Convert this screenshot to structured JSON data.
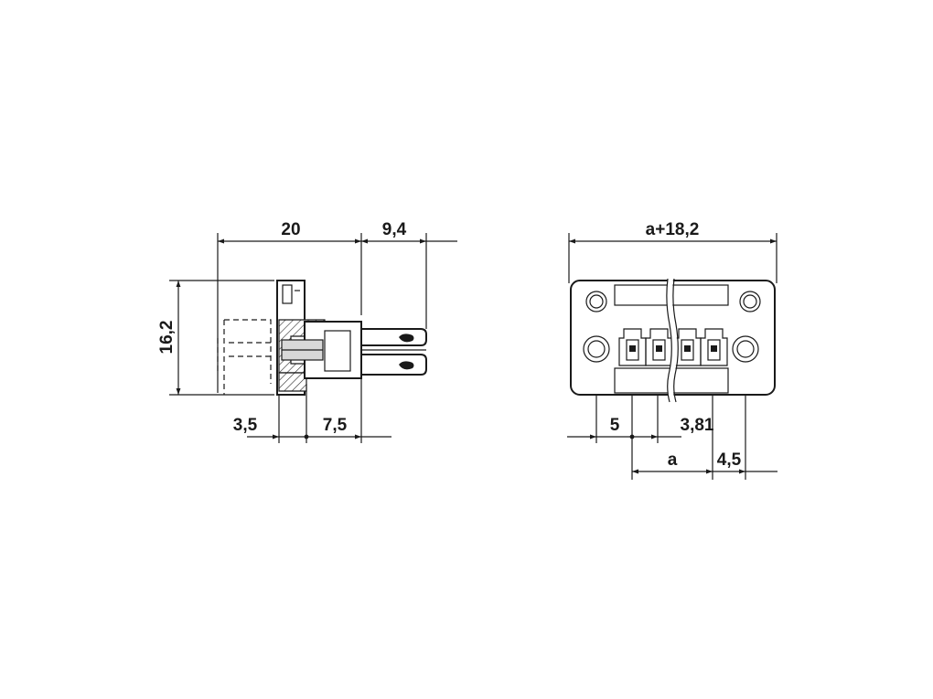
{
  "side_view": {
    "dim_overall_length": "20",
    "dim_pin_length": "9,4",
    "dim_height": "16,2",
    "dim_flange_offset": "3,5",
    "dim_body_depth": "7,5"
  },
  "front_view": {
    "dim_overall_width": "a+18,2",
    "dim_edge_to_first_pin": "5",
    "dim_pitch": "3,81",
    "dim_span": "a",
    "dim_hole_offset": "4,5"
  }
}
